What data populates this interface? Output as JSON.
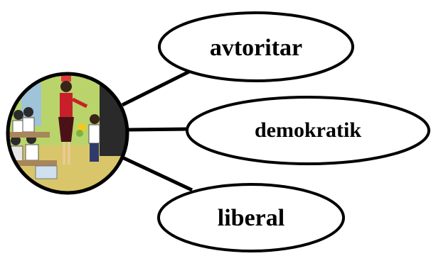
{
  "diagram": {
    "center": {
      "illustration": "classroom-teacher-with-pupils-illustration"
    },
    "nodes": [
      {
        "id": "avtoritar",
        "label": "avtoritar"
      },
      {
        "id": "demokratik",
        "label": "demokratik"
      },
      {
        "id": "liberal",
        "label": "liberal"
      }
    ]
  },
  "colors": {
    "stroke": "#000000",
    "background": "#ffffff",
    "wall": "#b9d46a",
    "floor": "#d9c66a",
    "dress": "#c8202a",
    "board": "#2a2a2a"
  }
}
